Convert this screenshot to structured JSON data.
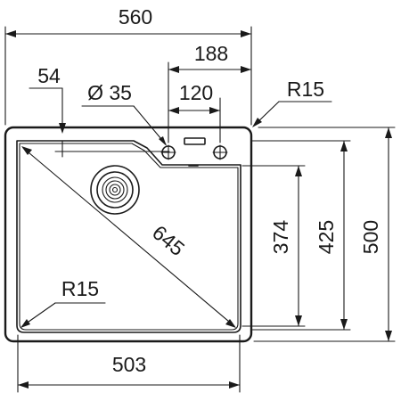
{
  "diagram": {
    "title": "",
    "stroke_color": "#1a1a1a",
    "background_color": "#ffffff",
    "dimensions": {
      "overall_width": "560",
      "tap_hole_group_offset": "188",
      "tap_hole_spacing": "120",
      "tap_hole_diameter": "Ø 35",
      "left_margin": "54",
      "outer_corner_radius": "R15",
      "bowl_diagonal": "645",
      "bowl_corner_radius": "R15",
      "bowl_width": "503",
      "bowl_depth": "374",
      "bowl_outer_depth": "425",
      "overall_depth": "500"
    },
    "icons": {
      "drain": "drain-waste-icon",
      "tap_holes": "tap-hole-icon",
      "overflow": "overflow-slot-icon"
    }
  }
}
